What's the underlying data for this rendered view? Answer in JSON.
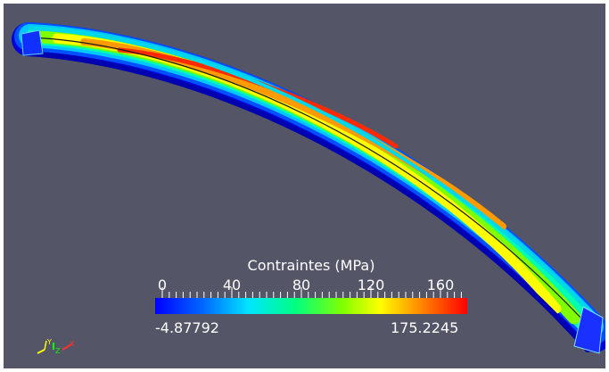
{
  "colors": {
    "background": "#545668",
    "colormap": [
      "#0000ff",
      "#0080ff",
      "#00ffff",
      "#00ff80",
      "#80ff00",
      "#ffff00",
      "#ff8000",
      "#ff0000"
    ]
  },
  "legend": {
    "title": "Contraintes (MPa)",
    "ticks": [
      "0",
      "40",
      "80",
      "120",
      "160"
    ],
    "min_label": "-4.87792",
    "max_label": "175.2245"
  },
  "axes": {
    "y_label": "Y",
    "z_label": "Z",
    "x_label": "X"
  }
}
